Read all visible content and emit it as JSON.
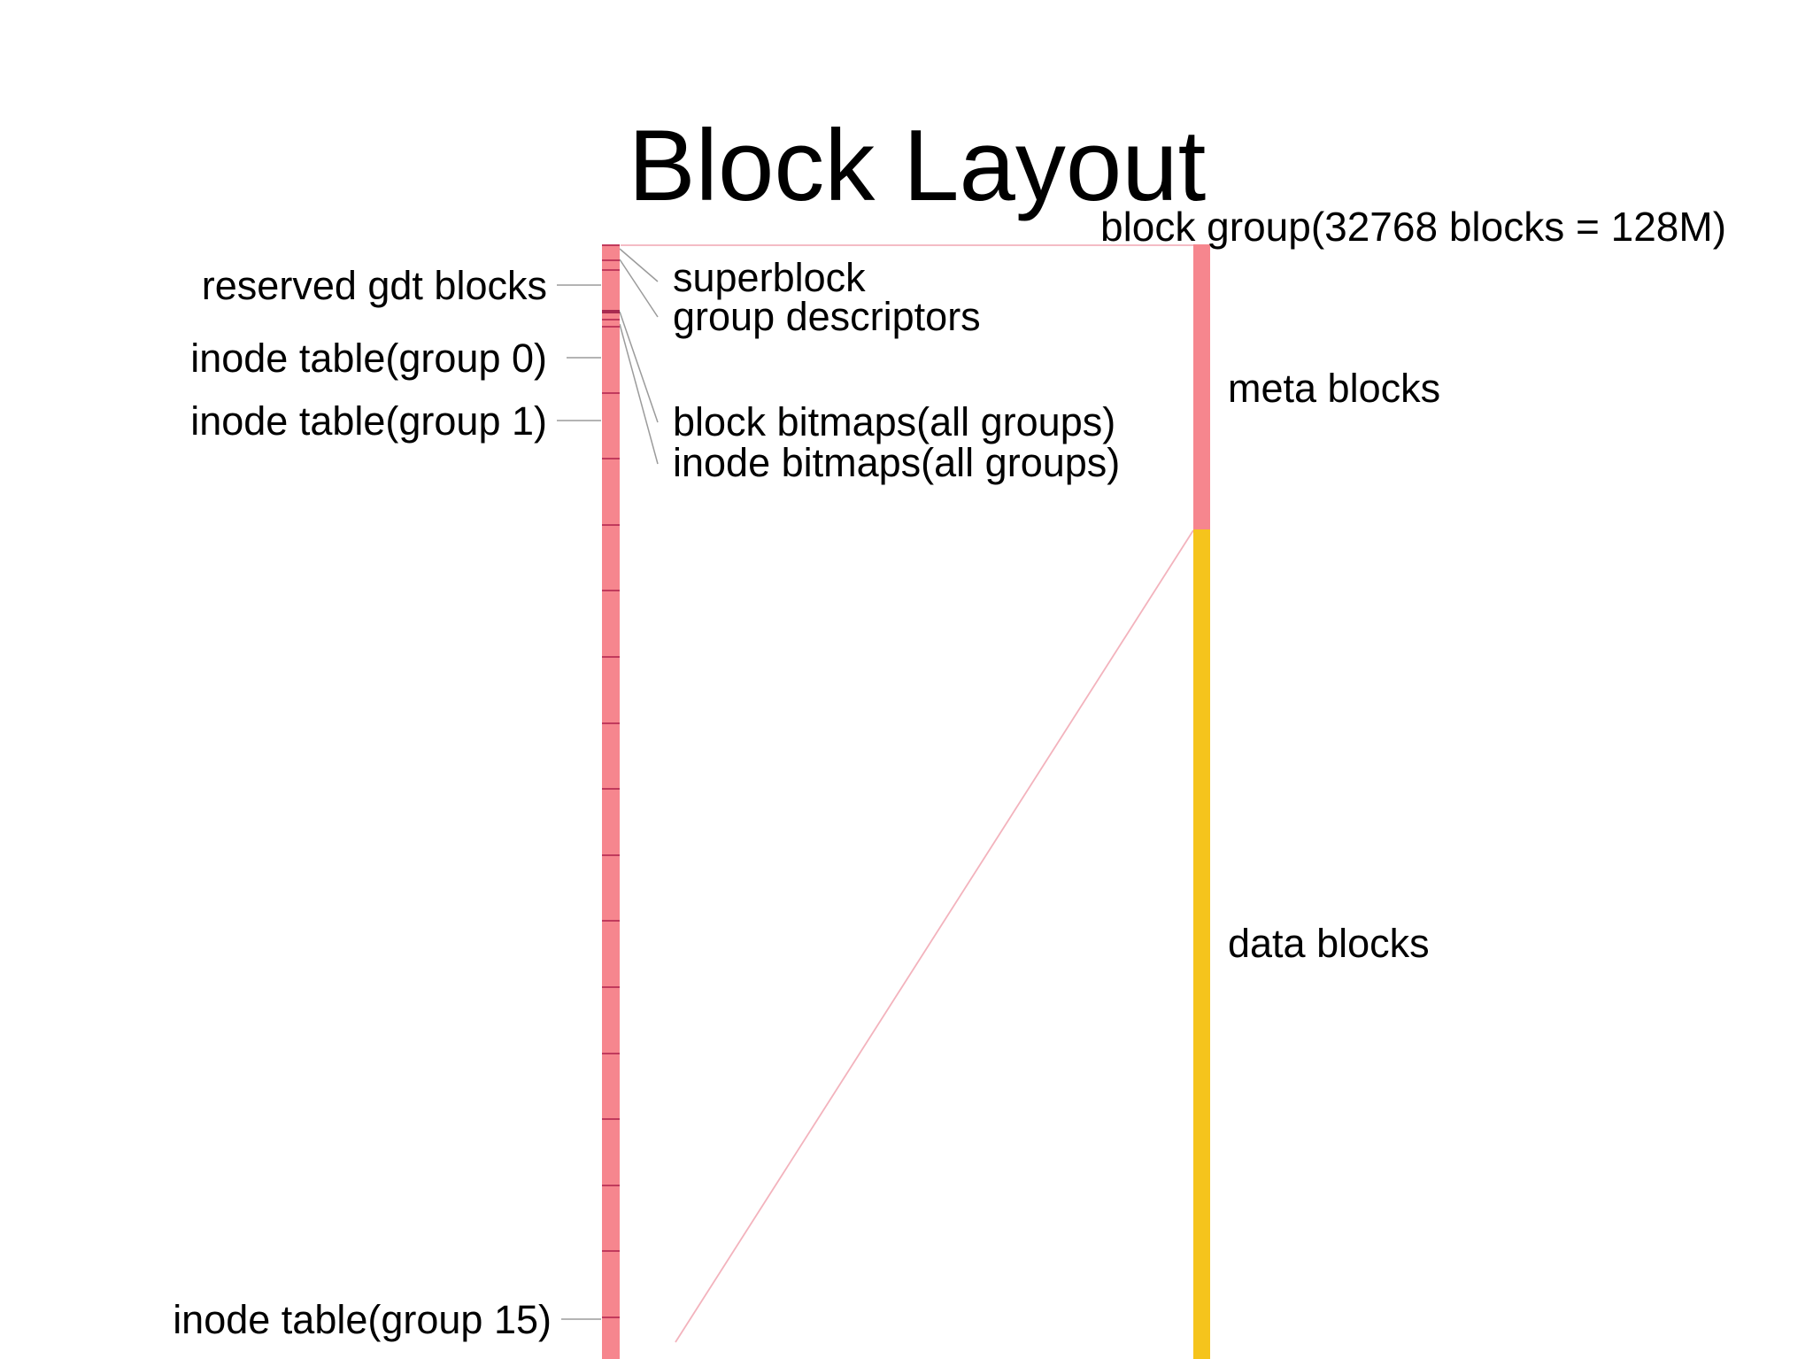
{
  "title": "Block Layout",
  "labels": {
    "left": [
      "reserved gdt blocks",
      "inode table(group 0)",
      "inode table(group 1)",
      "inode table(group 15)"
    ],
    "callouts_top": [
      "superblock",
      "group descriptors"
    ],
    "callouts_bitmaps": [
      "block bitmaps(all groups)",
      "inode bitmaps(all groups)"
    ],
    "block_group": "block group(32768 blocks = 128M)",
    "meta": "meta blocks",
    "data": "data blocks"
  },
  "colors": {
    "meta_blocks": "#f6868e",
    "data_blocks": "#f5c41c",
    "segment_separator": "#c13a5c",
    "tick_line": "#b4b4b4",
    "fan_line": "#9b9b9b",
    "guide_line": "#f3b3bd",
    "text": "#000000",
    "background": "#ffffff"
  },
  "diagram": {
    "left_bar_segments_top_to_bottom": [
      "superblock",
      "group descriptors",
      "reserved gdt blocks",
      "block bitmaps(all groups)",
      "inode bitmaps(all groups)",
      "inode tables group 0 through group 15"
    ],
    "inode_table_groups": 16,
    "right_bar_segments_top_to_bottom": [
      "meta blocks",
      "data blocks"
    ]
  }
}
